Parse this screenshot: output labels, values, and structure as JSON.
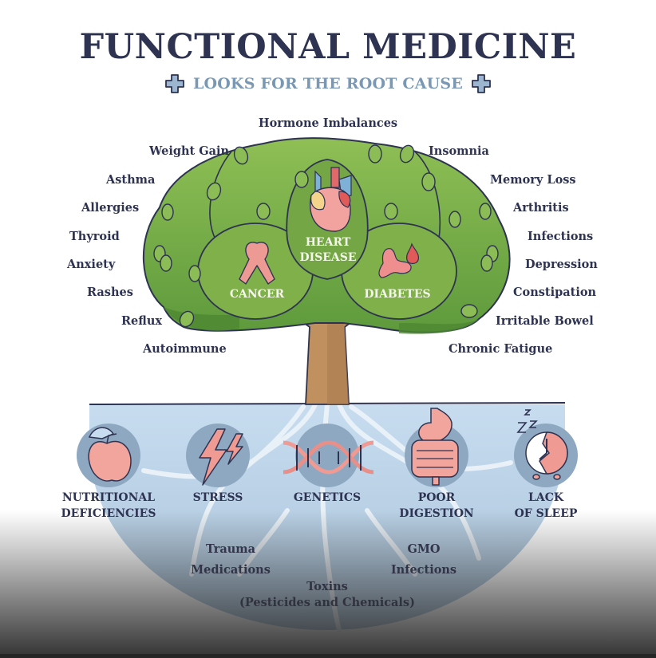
{
  "header": {
    "title": "FUNCTIONAL MEDICINE",
    "subtitle": "LOOKS FOR THE ROOT CAUSE",
    "icons": [
      "medical-cross-icon",
      "medical-cross-icon"
    ]
  },
  "colors": {
    "title": "#2e3352",
    "subtitle": "#7a98b3",
    "foliage_light": "#8dbb4f",
    "foliage_dark": "#4f8a35",
    "trunk": "#b98a5c",
    "soil": "#c6dbee",
    "icon_circle": "#8fa9c2",
    "accent_pink": "#ef9a92"
  },
  "tree": {
    "canopy_conditions": [
      {
        "label": "CANCER",
        "icon": "awareness-ribbon-icon"
      },
      {
        "label": "HEART\nDISEASE",
        "line1": "HEART",
        "line2": "DISEASE",
        "icon": "heart-icon"
      },
      {
        "label": "DIABETES",
        "icon": "pancreas-blood-drop-icon"
      }
    ],
    "symptoms_top": "Hormone Imbalances",
    "symptoms_left": [
      "Weight Gain",
      "Asthma",
      "Allergies",
      "Thyroid",
      "Anxiety",
      "Rashes",
      "Reflux",
      "Autoimmune"
    ],
    "symptoms_right": [
      "Insomnia",
      "Memory Loss",
      "Arthritis",
      "Infections",
      "Depression",
      "Constipation",
      "Irritable Bowel",
      "Chronic Fatigue"
    ]
  },
  "roots": {
    "causes": [
      {
        "line1": "NUTRITIONAL",
        "line2": "DEFICIENCIES",
        "icon": "apple-icon"
      },
      {
        "line1": "STRESS",
        "line2": "",
        "icon": "lightning-icon"
      },
      {
        "line1": "GENETICS",
        "line2": "",
        "icon": "dna-icon"
      },
      {
        "line1": "POOR",
        "line2": "DIGESTION",
        "icon": "stomach-intestine-icon"
      },
      {
        "line1": "LACK",
        "line2": "OF SLEEP",
        "icon": "alarm-clock-icon"
      }
    ],
    "other_causes": {
      "left": [
        "Trauma",
        "Medications"
      ],
      "right": [
        "GMO",
        "Infections"
      ],
      "center_line1": "Toxins",
      "center_line2": "(Pesticides and Chemicals)"
    }
  }
}
